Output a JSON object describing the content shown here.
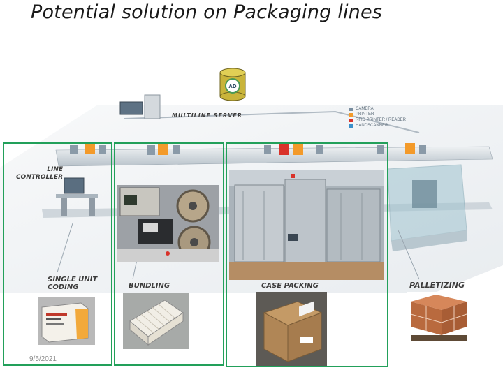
{
  "title": "Potential solution on Packaging lines",
  "server": {
    "label": "MULTILINE SERVER",
    "db_label": "AD"
  },
  "legend": [
    {
      "label": "CAMERA",
      "color": "#7a8ea0"
    },
    {
      "label": "PRINTER",
      "color": "#f39a2a"
    },
    {
      "label": "RFID PRINTER / READER",
      "color": "#d9322a"
    },
    {
      "label": "HANDSCANNER",
      "color": "#3b8fc9"
    }
  ],
  "line_controller": {
    "line1": "LINE",
    "line2": "CONTROLLER"
  },
  "stages": {
    "single_unit_coding": {
      "line1": "SINGLE UNIT",
      "line2": "CODING"
    },
    "bundling": "BUNDLING",
    "case_packing": "CASE PACKING",
    "palletizing": "PALLETIZING"
  },
  "footer_date": "9/5/2021",
  "colors": {
    "highlight_box": "#22a05a"
  }
}
